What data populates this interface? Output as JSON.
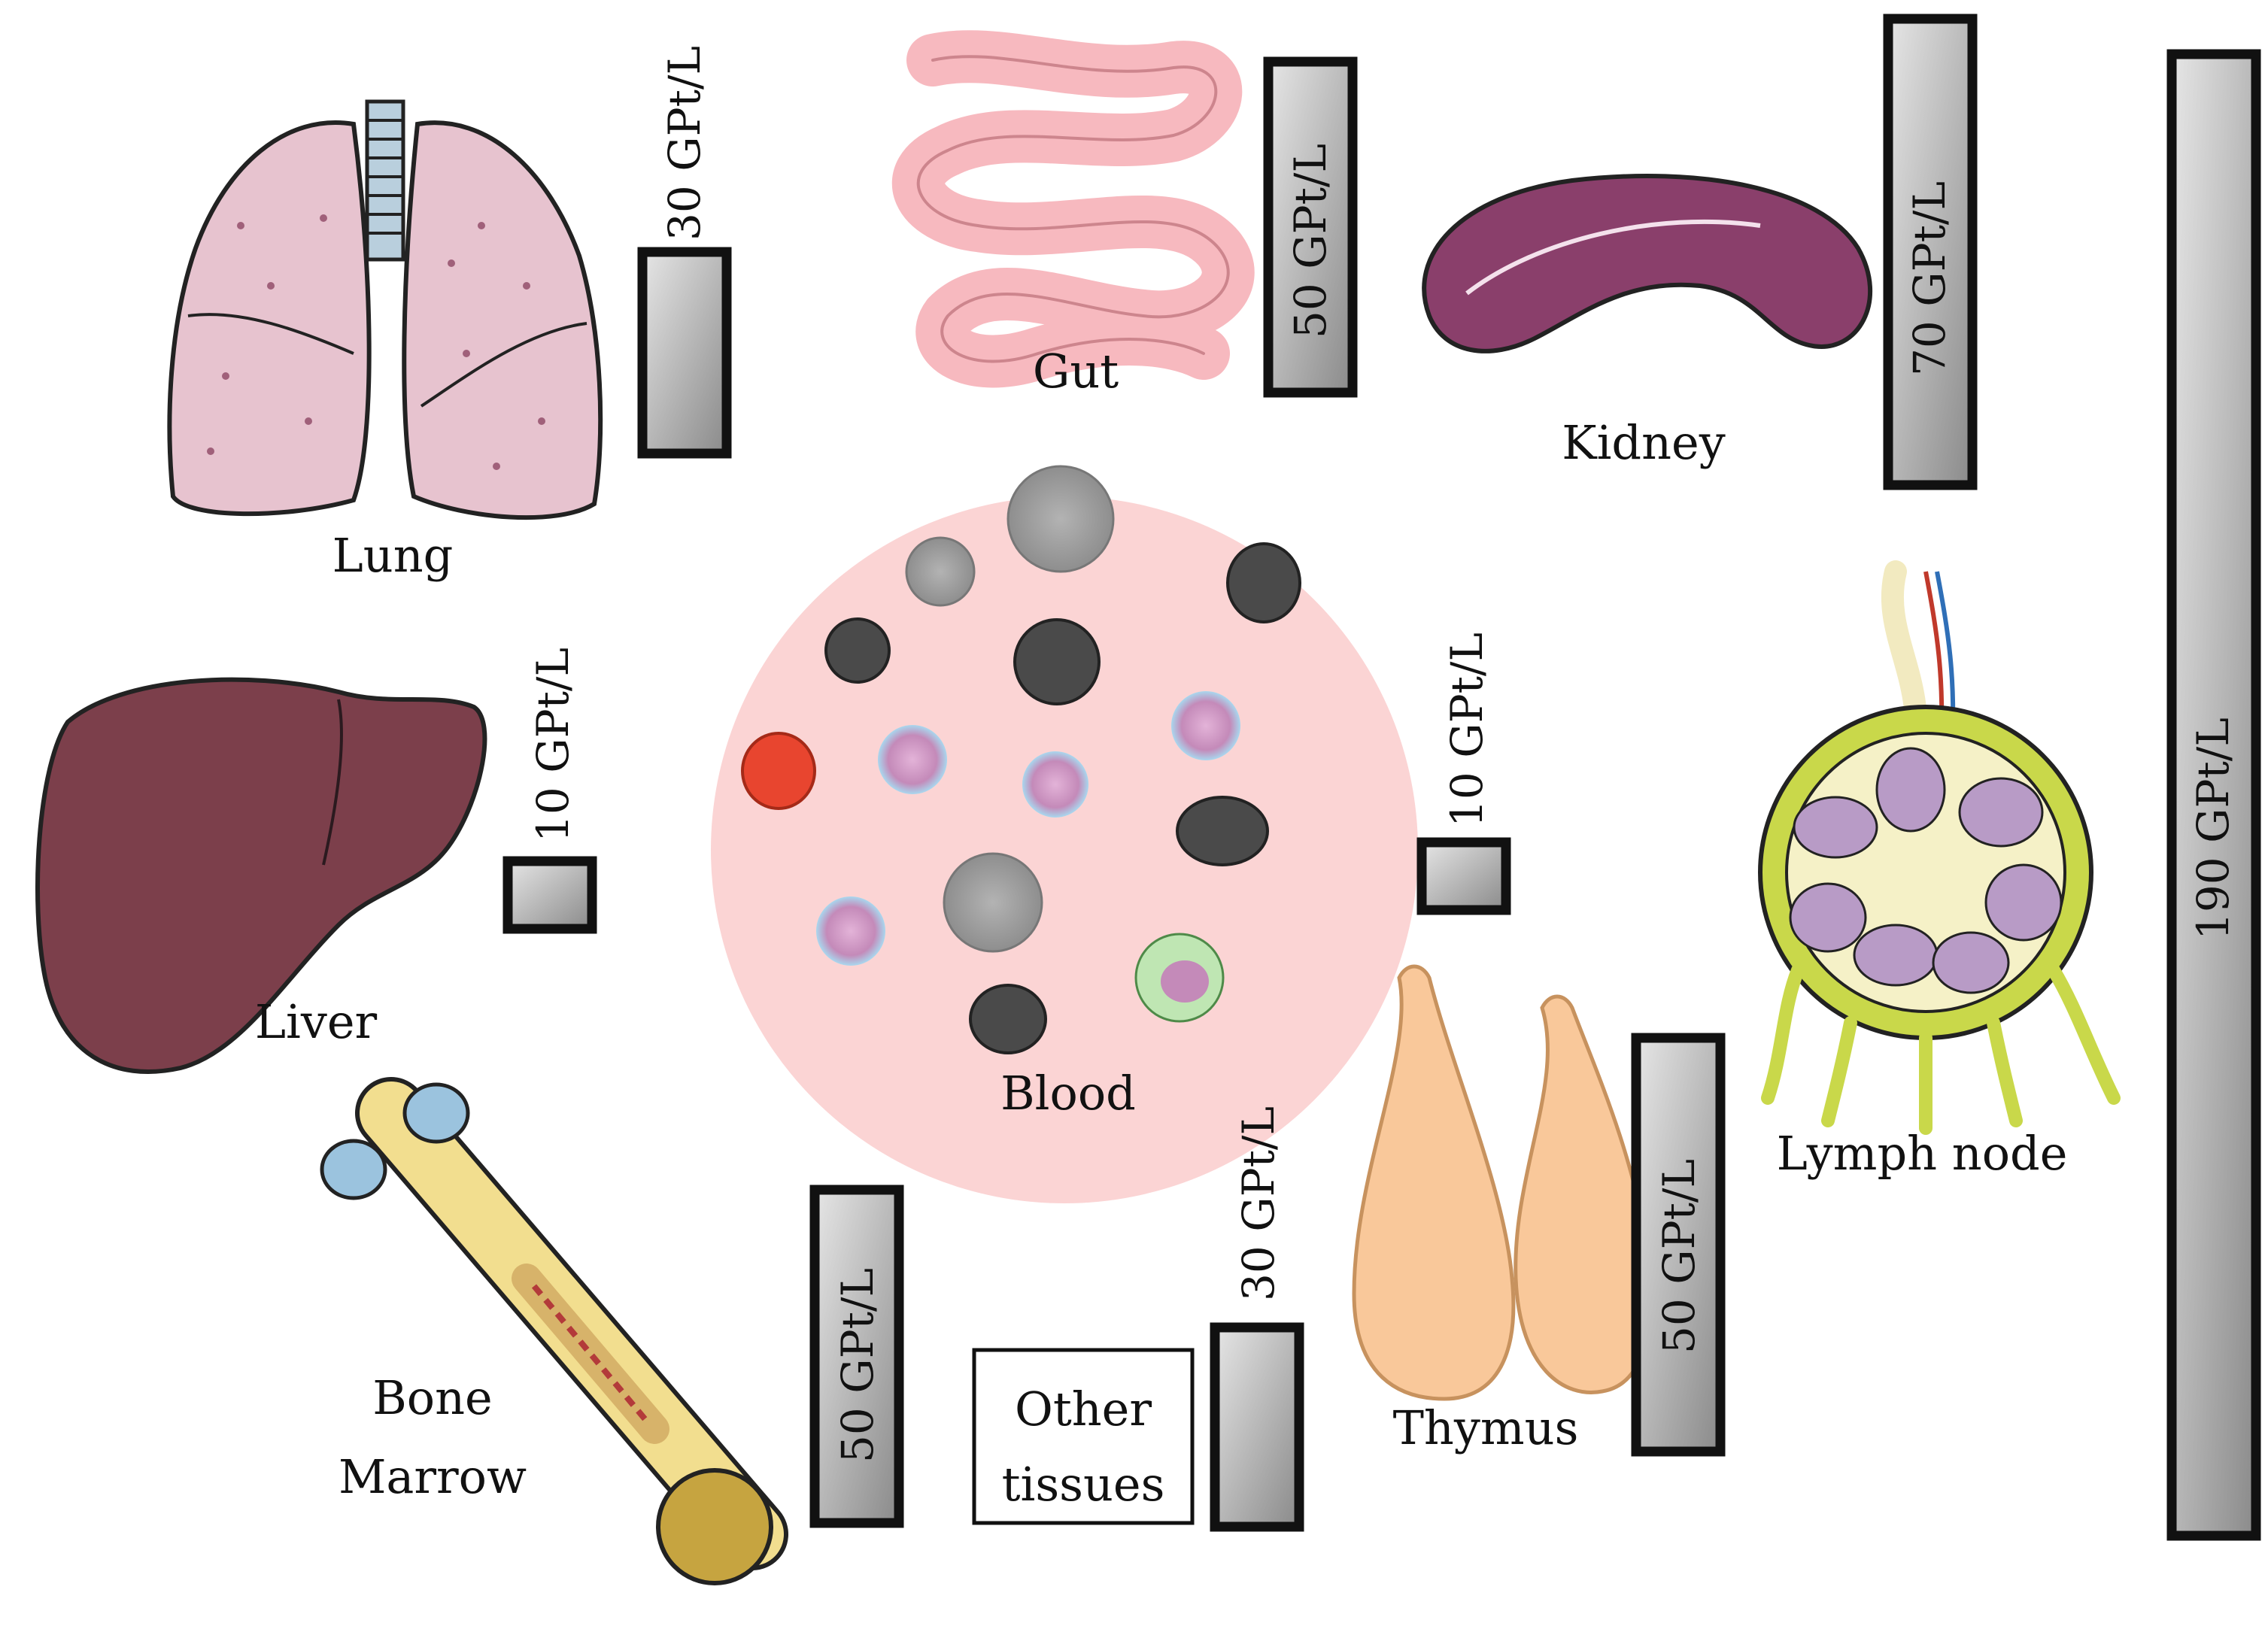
{
  "organs": {
    "lung": "Lung",
    "gut": "Gut",
    "kidney": "Kidney",
    "liver": "Liver",
    "blood": "Blood",
    "lymph_node": "Lymph node",
    "bone_marrow_line1": "Bone",
    "bone_marrow_line2": "Marrow",
    "other_line1": "Other",
    "other_line2": "tissues",
    "thymus": "Thymus"
  },
  "bars": {
    "lung": "30 GPt/L",
    "gut": "50 GPt/L",
    "kidney": "70 GPt/L",
    "lymph_node": "190 GPt/L",
    "liver": "10 GPt/L",
    "blood": "10 GPt/L",
    "bone_marrow": "50 GPt/L",
    "other_tissues": "30 GPt/L",
    "thymus": "50 GPt/L"
  },
  "colors": {
    "lung": "#e7c3cf",
    "gut": "#f7b9bf",
    "kidney": "#8a3f6b",
    "liver": "#7c3f4b",
    "blood_field": "#fbd4d4",
    "thymus": "#f9c89a",
    "lymph_capsule": "#c9d84a",
    "lymph_lobule": "#b89bc6",
    "bone": "#f2de8f",
    "cartilage": "#9bc3de",
    "bar_top": "#d9d9d9",
    "bar_bottom": "#8f8f8f"
  }
}
